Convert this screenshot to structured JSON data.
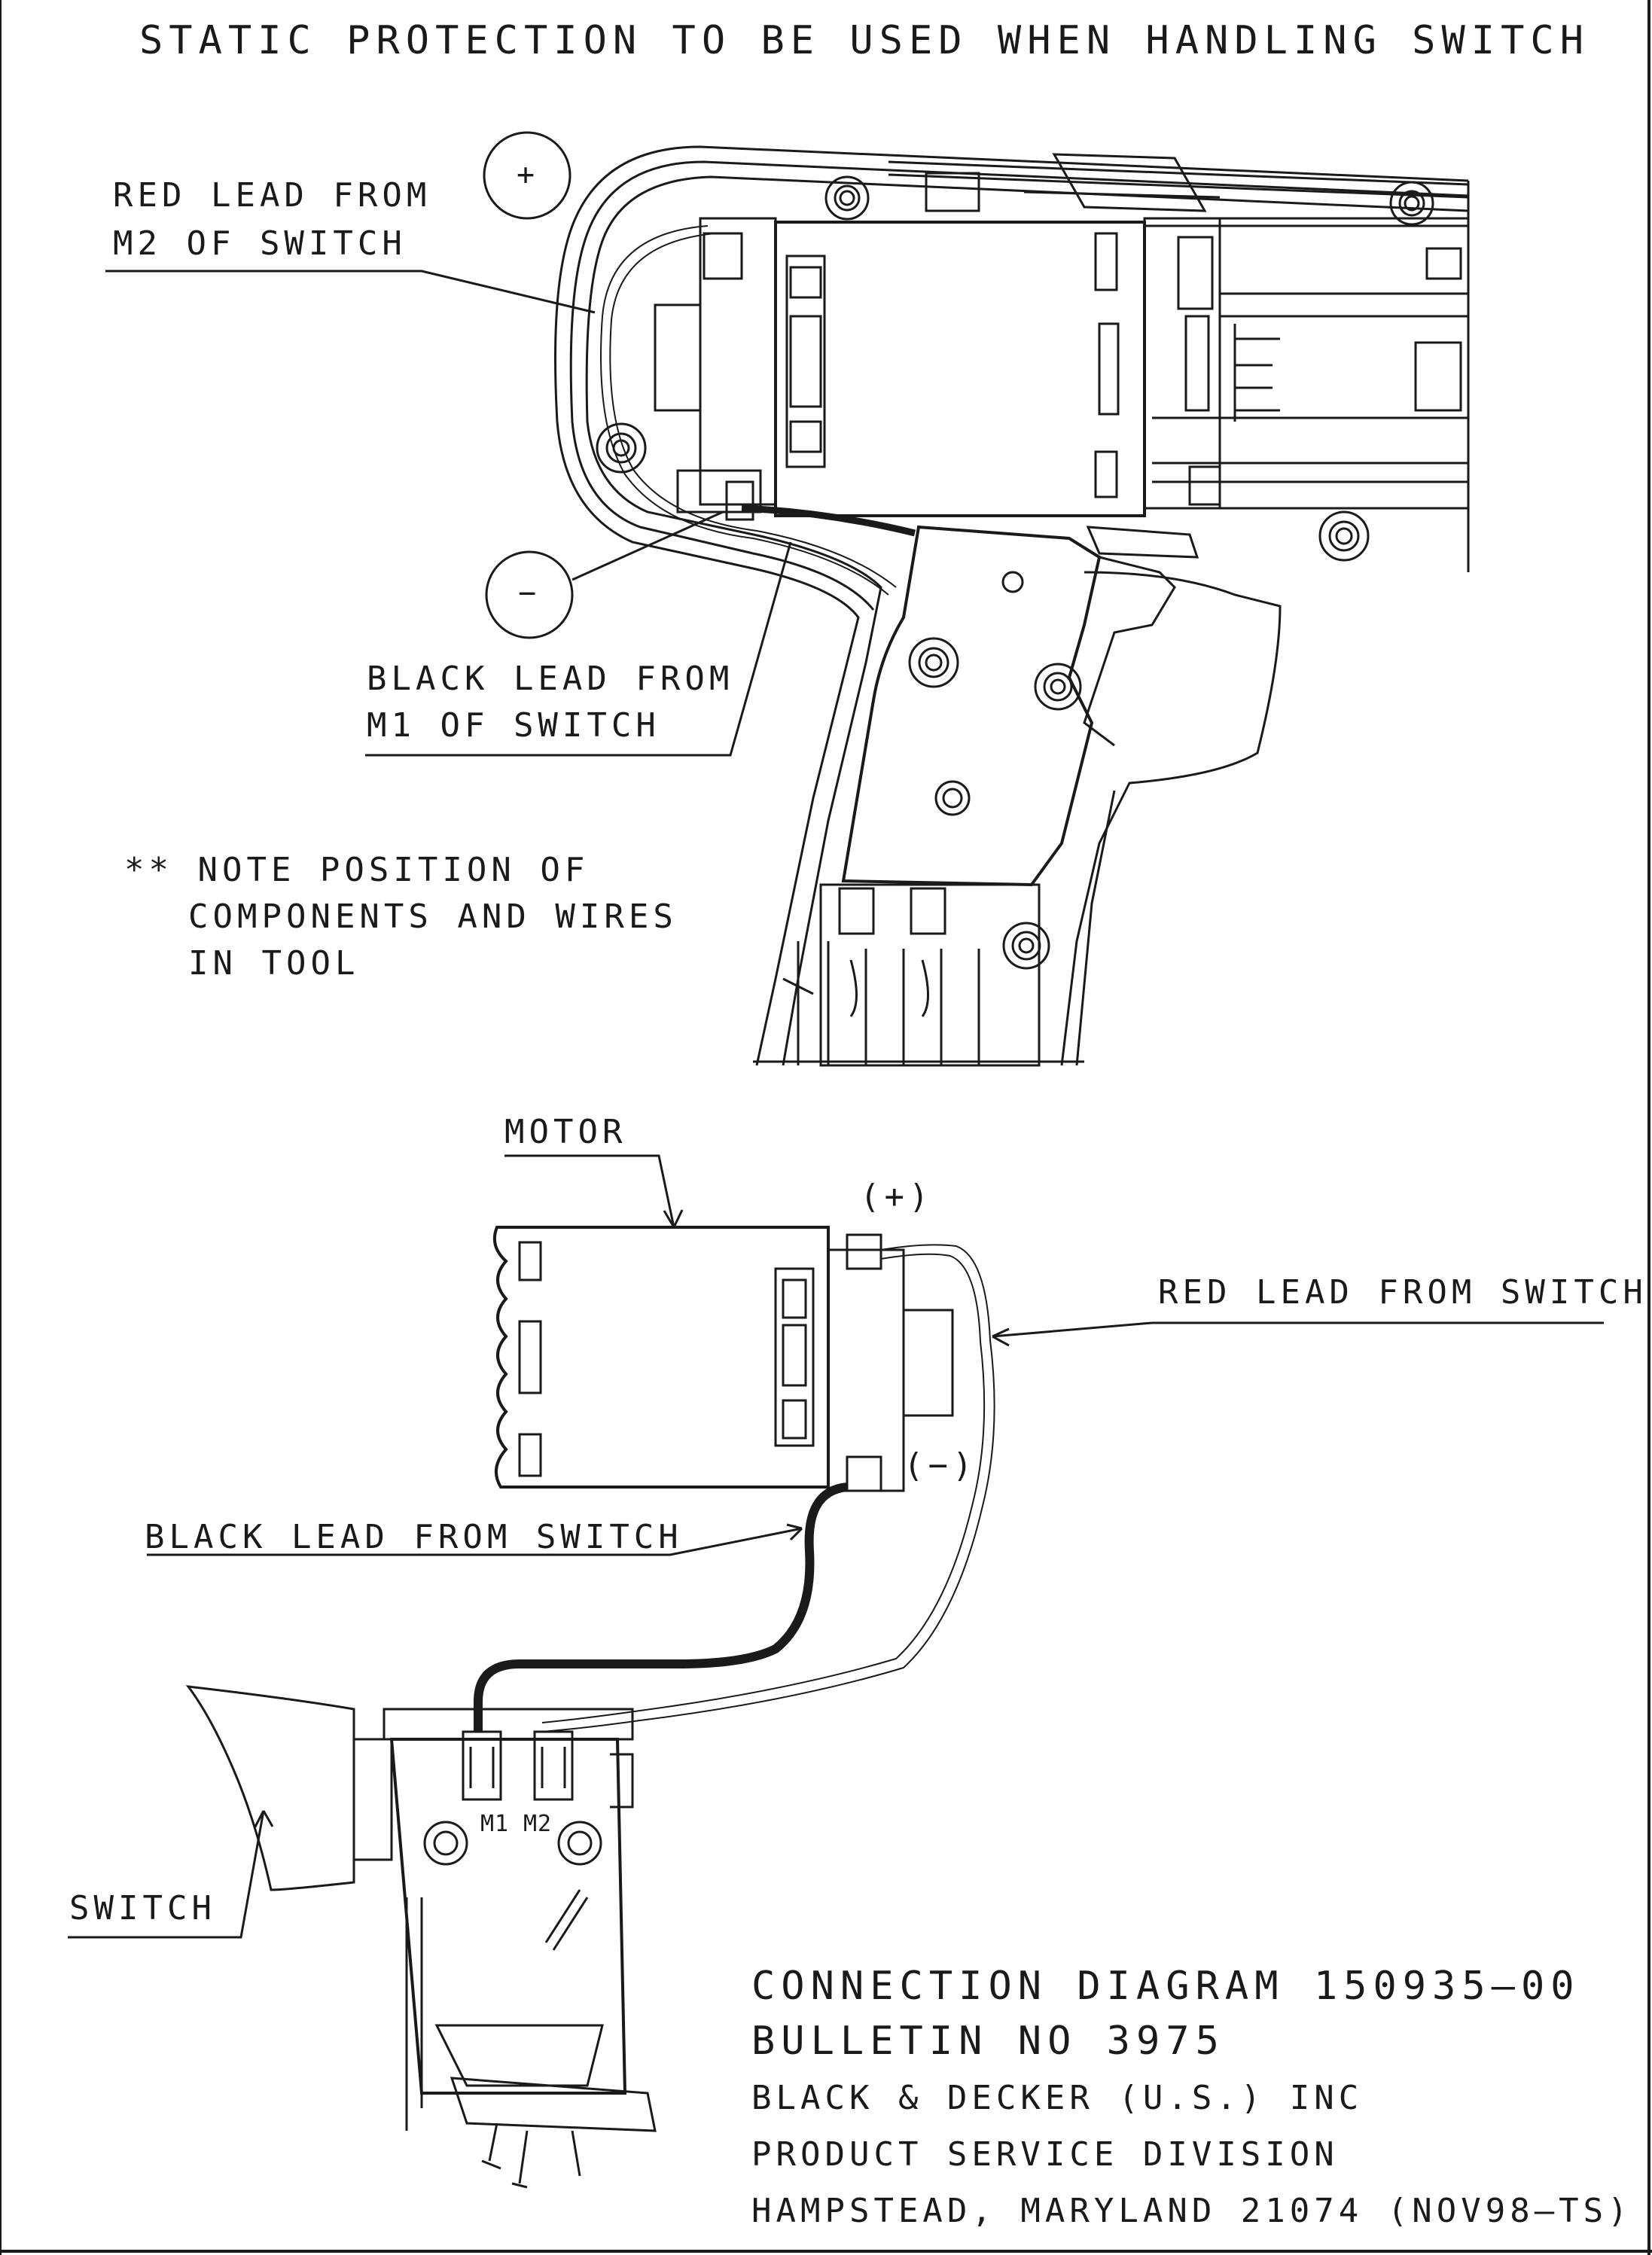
{
  "header": {
    "title": "STATIC PROTECTION TO BE USED WHEN HANDLING SWITCH"
  },
  "upper_view": {
    "plus_symbol": "+",
    "minus_symbol": "−",
    "red_lead": [
      "RED LEAD FROM",
      "M2 OF SWITCH"
    ],
    "black_lead": [
      "BLACK LEAD FROM",
      "M1 OF SWITCH"
    ],
    "note": [
      "** NOTE POSITION OF",
      "COMPONENTS AND WIRES",
      "IN TOOL"
    ]
  },
  "lower_view": {
    "motor_label": "MOTOR",
    "plus_terminal": "(+)",
    "minus_terminal": "(−)",
    "red_lead": "RED LEAD FROM SWITCH",
    "black_lead": "BLACK LEAD FROM SWITCH",
    "switch_label": "SWITCH",
    "pin_m1": "M1",
    "pin_m2": "M2"
  },
  "title_block": {
    "line1": "CONNECTION DIAGRAM 150935–00",
    "line2": "BULLETIN NO   3975",
    "line3": "BLACK & DECKER (U.S.) INC",
    "line4": "PRODUCT SERVICE DIVISION",
    "line5": "HAMPSTEAD, MARYLAND 21074 (NOV98–TS)"
  },
  "colors": {
    "ink": "#1a1a1a",
    "paper": "#ffffff"
  }
}
